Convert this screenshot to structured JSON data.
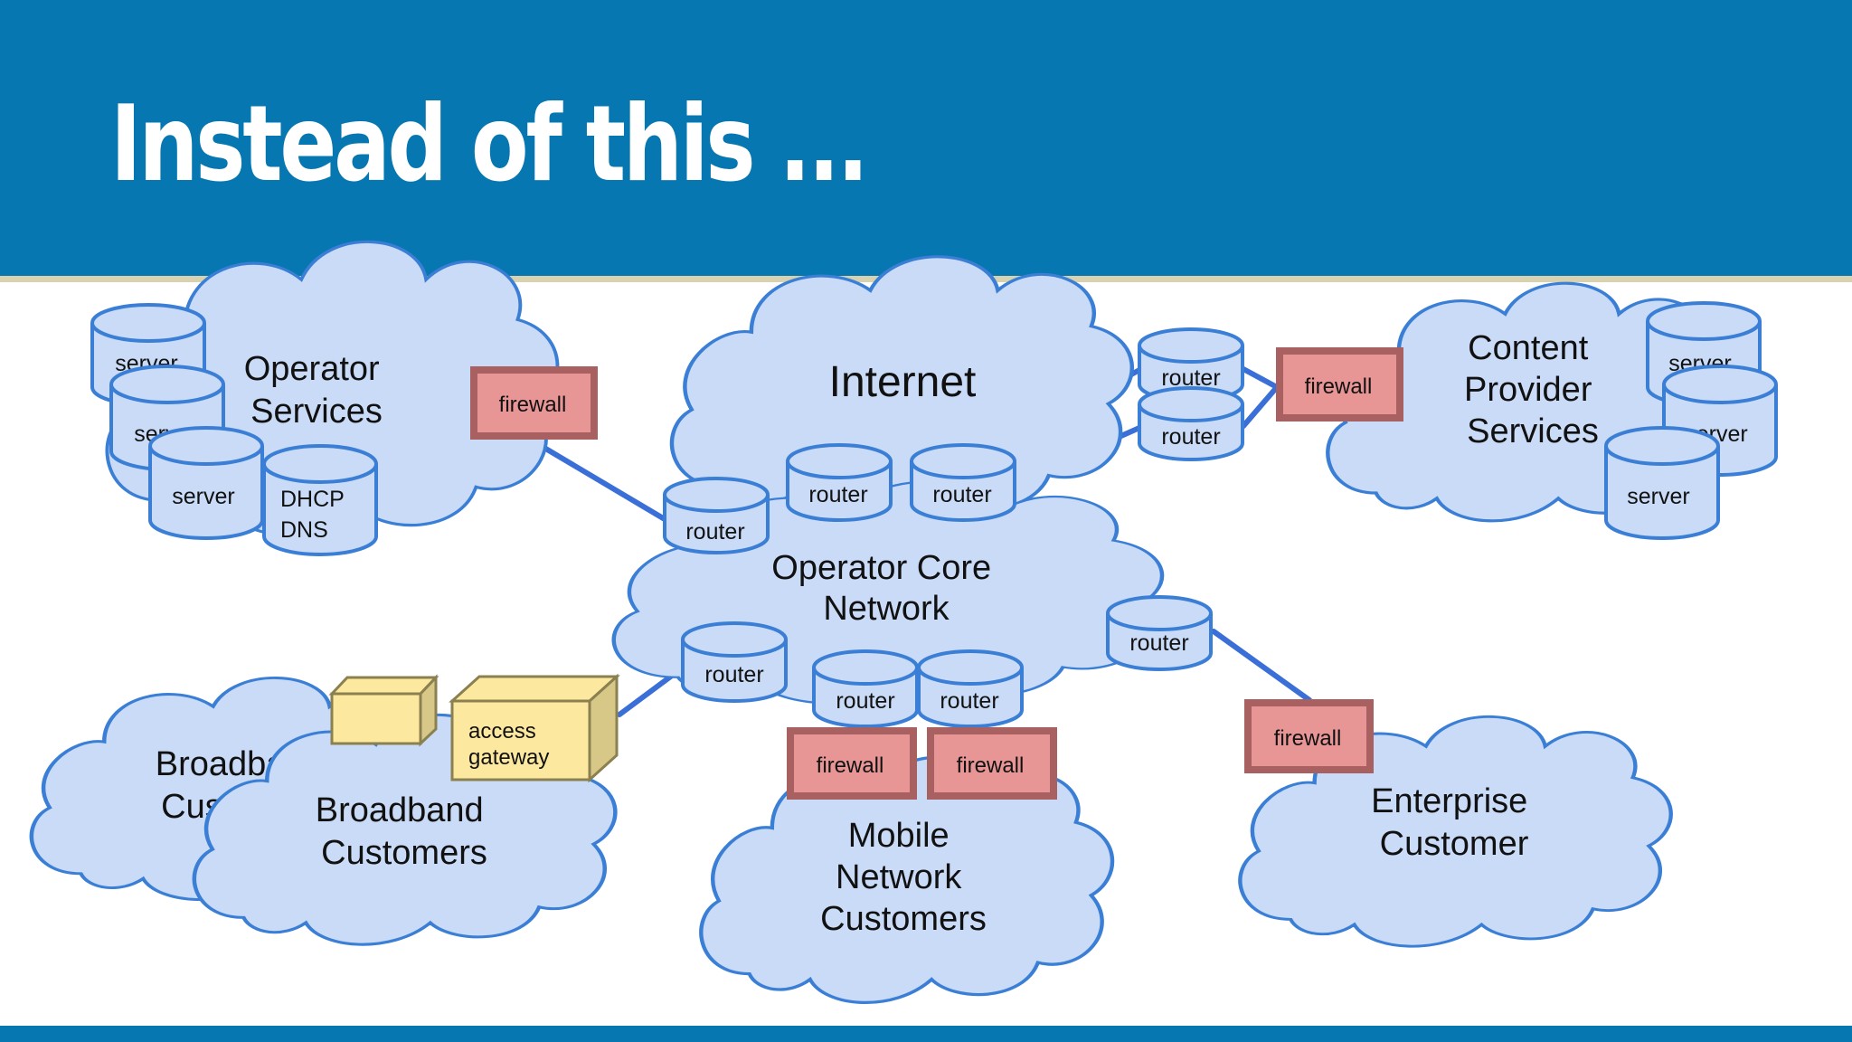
{
  "slide": {
    "title": "Instead of this ..."
  },
  "diagram": {
    "clouds": {
      "operator_services": [
        "Operator",
        "Services"
      ],
      "internet": [
        "Internet"
      ],
      "content_provider": [
        "Content",
        "Provider",
        "Services"
      ],
      "operator_core": [
        "Operator Core",
        "Network"
      ],
      "broadband_back": [
        "Broadband",
        "Customers"
      ],
      "broadband_front": [
        "Broadband",
        "Customers"
      ],
      "mobile": [
        "Mobile",
        "Network",
        "Customers"
      ],
      "enterprise": [
        "Enterprise",
        "Customer"
      ]
    },
    "servers": {
      "op_server_1": [
        "server"
      ],
      "op_server_2": [
        "server"
      ],
      "op_server_3": [
        "server"
      ],
      "op_dhcp_dns": [
        "DHCP",
        "DNS"
      ],
      "cp_server_1": [
        "server"
      ],
      "cp_server_2": [
        "server"
      ],
      "cp_server_3": [
        "server"
      ]
    },
    "routers": {
      "router_opsvc": "router",
      "router_internet_1": "router",
      "router_internet_2": "router",
      "router_cp_1": "router",
      "router_cp_2": "router",
      "router_broadband": "router",
      "router_mobile_1": "router",
      "router_mobile_2": "router",
      "router_enterprise": "router"
    },
    "firewalls": {
      "firewall_opsvc": "firewall",
      "firewall_cp": "firewall",
      "firewall_mobile_1": "firewall",
      "firewall_mobile_2": "firewall",
      "firewall_enterprise": "firewall"
    },
    "gateway": {
      "label": [
        "access",
        "gateway"
      ]
    },
    "colors": {
      "header": "#0677b0",
      "cloud_fill": "#c9dbf7",
      "outline": "#3a7fd5",
      "link": "#3a6fd8",
      "firewall_fill": "#e89595",
      "gateway_fill": "#fde8a0"
    }
  }
}
